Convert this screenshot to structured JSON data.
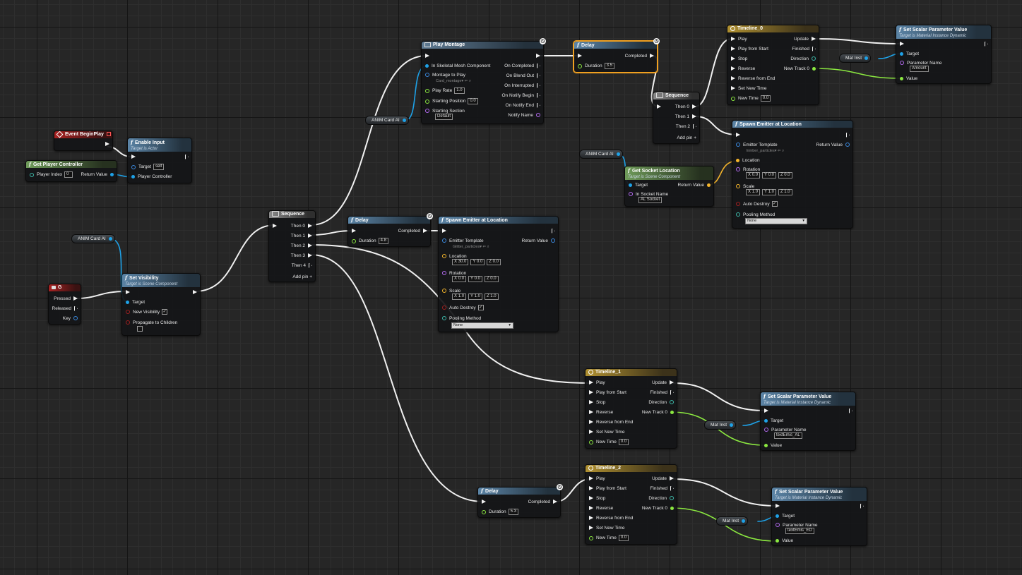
{
  "nodes": {
    "event_begin_play": {
      "title": "Event BeginPlay"
    },
    "enable_input": {
      "title": "Enable Input",
      "subtitle": "Target is Actor",
      "target_label": "Target",
      "target_value": "self",
      "player_controller_label": "Player Controller"
    },
    "get_player_controller": {
      "title": "Get Player Controller",
      "player_index_label": "Player Index",
      "player_index_value": "0",
      "return_value_label": "Return Value"
    },
    "key_g": {
      "title": "G",
      "pressed": "Pressed",
      "released": "Released",
      "key": "Key"
    },
    "set_visibility": {
      "title": "Set Visibility",
      "subtitle": "Target is Scene Component",
      "target_label": "Target",
      "new_visibility_label": "New Visibility",
      "new_visibility_value": "✓",
      "propagate_label": "Propagate to Children",
      "propagate_value": ""
    },
    "sequence_main": {
      "title": "Sequence",
      "then0": "Then 0",
      "then1": "Then 1",
      "then2": "Then 2",
      "then3": "Then 3",
      "then4": "Then 4",
      "add_pin": "Add pin"
    },
    "play_montage": {
      "title": "Play Montage",
      "in_skeletal": "In Skeletal Mesh Component",
      "montage_label": "Montage to Play",
      "montage_value": "Card_montage",
      "play_rate_label": "Play Rate",
      "play_rate_value": "1.0",
      "starting_pos_label": "Starting Position",
      "starting_pos_value": "0.0",
      "starting_section_label": "Starting Section",
      "starting_section_value": "Default",
      "on_completed": "On Completed",
      "on_blend_out": "On Blend Out",
      "on_interrupted": "On Interrupted",
      "on_notify_begin": "On Notify Begin",
      "on_notify_end": "On Notify End",
      "notify_name": "Notify Name"
    },
    "delay_top": {
      "title": "Delay",
      "completed": "Completed",
      "duration_label": "Duration",
      "duration_value": "3.5"
    },
    "sequence_small": {
      "title": "Sequence",
      "then0": "Then 0",
      "then1": "Then 1",
      "then2": "Then 2",
      "add_pin": "Add pin"
    },
    "timeline0": {
      "title": "Timeline_0",
      "play": "Play",
      "play_from_start": "Play from Start",
      "stop": "Stop",
      "reverse": "Reverse",
      "reverse_from_end": "Reverse from End",
      "set_new_time": "Set New Time",
      "new_time": "New Time",
      "new_time_value": "0.0",
      "update": "Update",
      "finished": "Finished",
      "direction": "Direction",
      "new_track": "New Track 0"
    },
    "set_scalar_top": {
      "title": "Set Scalar Parameter Value",
      "subtitle": "Target is Material Instance Dynamic",
      "target_label": "Target",
      "param_label": "Parameter Name",
      "param_value": "Amount",
      "value_label": "Value"
    },
    "spawn_emitter_top": {
      "title": "Spawn Emitter at Location",
      "emitter_label": "Emitter Template",
      "emitter_value": "Ember_particles",
      "return_value": "Return Value",
      "location_label": "Location",
      "rotation_label": "Rotation",
      "rot_x": "0.0",
      "rot_y": "0.0",
      "rot_z": "0.0",
      "scale_label": "Scale",
      "sc_x": "1.0",
      "sc_y": "1.0",
      "sc_z": "1.0",
      "auto_destroy_label": "Auto Destroy",
      "auto_destroy_value": "✓",
      "pooling_label": "Pooling Method",
      "pooling_value": "None"
    },
    "get_socket_location": {
      "title": "Get Socket Location",
      "subtitle": "Target is Scene Component",
      "target_label": "Target",
      "return_value": "Return Value",
      "socket_label": "In Socket Name",
      "socket_value": "AL Socket"
    },
    "delay_mid": {
      "title": "Delay",
      "completed": "Completed",
      "duration_label": "Duration",
      "duration_value": "4.8"
    },
    "spawn_emitter_mid": {
      "title": "Spawn Emitter at Location",
      "emitter_label": "Emitter Template",
      "emitter_value": "Glitter_particles",
      "return_value": "Return Value",
      "location_label": "Location",
      "loc_x": "30.0",
      "loc_y": "0.0",
      "loc_z": "0.0",
      "rotation_label": "Rotation",
      "rot_x": "0.0",
      "rot_y": "0.0",
      "rot_z": "0.0",
      "scale_label": "Scale",
      "sc_x": "1.0",
      "sc_y": "1.0",
      "sc_z": "1.0",
      "auto_destroy_label": "Auto Destroy",
      "auto_destroy_value": "✓",
      "pooling_label": "Pooling Method",
      "pooling_value": "None"
    },
    "timeline1": {
      "title": "Timeline_1",
      "play": "Play",
      "play_from_start": "Play from Start",
      "stop": "Stop",
      "reverse": "Reverse",
      "reverse_from_end": "Reverse from End",
      "set_new_time": "Set New Time",
      "new_time": "New Time",
      "new_time_value": "0.0",
      "update": "Update",
      "finished": "Finished",
      "direction": "Direction",
      "new_track": "New Track 0"
    },
    "set_scalar_mid": {
      "title": "Set Scalar Parameter Value",
      "subtitle": "Target is Material Instance Dynamic",
      "target_label": "Target",
      "param_label": "Parameter Name",
      "param_value": "textEmis_AL",
      "value_label": "Value"
    },
    "delay_bottom": {
      "title": "Delay",
      "completed": "Completed",
      "duration_label": "Duration",
      "duration_value": "5.3"
    },
    "timeline2": {
      "title": "Timeline_2",
      "play": "Play",
      "play_from_start": "Play from Start",
      "stop": "Stop",
      "reverse": "Reverse",
      "reverse_from_end": "Reverse from End",
      "set_new_time": "Set New Time",
      "new_time": "New Time",
      "new_time_value": "0.0",
      "update": "Update",
      "finished": "Finished",
      "direction": "Direction",
      "new_track": "New Track 0"
    },
    "set_scalar_bottom": {
      "title": "Set Scalar Parameter Value",
      "subtitle": "Target is Material Instance Dynamic",
      "target_label": "Target",
      "param_label": "Parameter Name",
      "param_value": "textEmis_ED",
      "value_label": "Value"
    }
  },
  "variables": {
    "anim_card_al_1": "ANIM Card AI",
    "anim_card_al_2": "ANIM Card AI",
    "anim_card_al_3": "ANIM Card AI",
    "mat_inst_1": "Mat Inst",
    "mat_inst_2": "Mat Inst",
    "mat_inst_3": "Mat Inst"
  },
  "axis_labels": {
    "x": "X",
    "y": "Y",
    "z": "Z"
  },
  "colors": {
    "exec": "#f2f2f2",
    "object": "#1ea2e8",
    "float": "#8be840",
    "vector": "#f5b52b",
    "name": "#d850ff",
    "selected": "#f0a020"
  }
}
